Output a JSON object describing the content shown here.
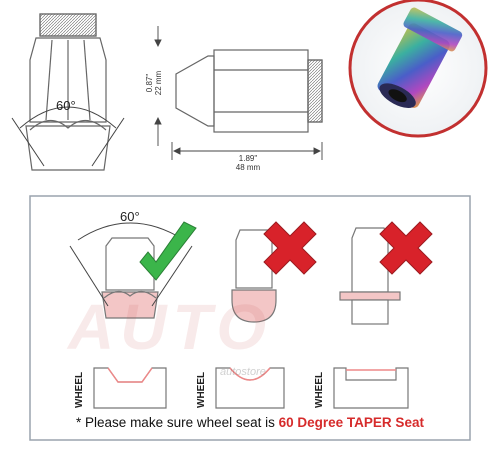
{
  "top_drawing": {
    "angle_label": "60°",
    "height_dim": {
      "inch": "0.87\"",
      "mm": "22 mm"
    },
    "length_dim": {
      "inch": "1.89\"",
      "mm": "48 mm"
    }
  },
  "seat_diagram": {
    "angle_label": "60°",
    "wheel_label": "WHEEL",
    "checks": [
      {
        "seat": "60 degree taper",
        "result": "check",
        "color": "#3bb54a"
      },
      {
        "seat": "ball / radius",
        "result": "cross",
        "color": "#d8222a"
      },
      {
        "seat": "flat / washer",
        "result": "cross",
        "color": "#d8222a"
      }
    ]
  },
  "note": {
    "prefix": "* Please make sure wheel seat is ",
    "highlight": "60 Degree TAPER Seat"
  },
  "watermark": {
    "text": "AUTO",
    "sub": "autostore"
  },
  "colors": {
    "accent_red": "#d62b2b",
    "check_green": "#3bb54a",
    "frame": "#9aa3ad",
    "seat_pink": "#f3c6c6"
  }
}
